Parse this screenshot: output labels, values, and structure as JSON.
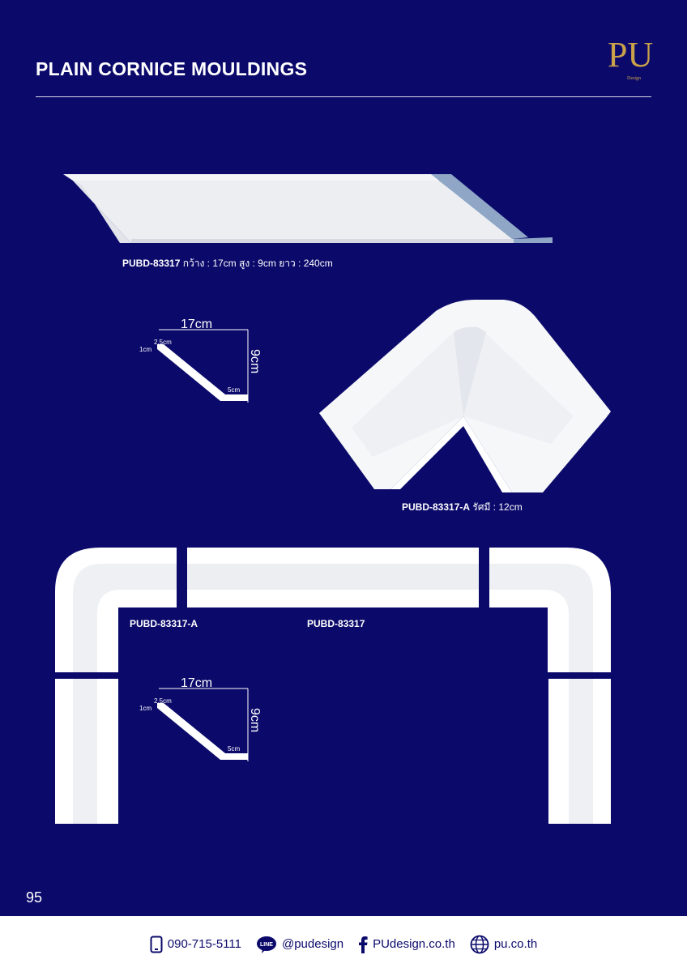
{
  "header": {
    "title": "PLAIN CORNICE MOULDINGS",
    "logo_text": "PU",
    "logo_subtext": "Design"
  },
  "colors": {
    "background": "#0b0a6b",
    "logo_gold": "#c9a24a",
    "moulding": "#ffffff"
  },
  "product_main": {
    "code": "PUBD-83317",
    "spec": "กว้าง : 17cm สูง : 9cm ยาว : 240cm"
  },
  "product_corner": {
    "code": "PUBD-83317-A",
    "spec": "รัศมี : 12cm"
  },
  "profile_diagram": {
    "width_label": "17cm",
    "height_label": "9cm",
    "top_label": "2.5cm",
    "left_label": "1cm",
    "bottom_label": "5cm"
  },
  "assembly": {
    "label_corner": "PUBD-83317-A",
    "label_straight": "PUBD-83317"
  },
  "page_number": "95",
  "footer": {
    "phone": "090-715-5111",
    "line_badge": "LINE",
    "line": "@pudesign",
    "facebook": "PUdesign.co.th",
    "website": "pu.co.th"
  }
}
